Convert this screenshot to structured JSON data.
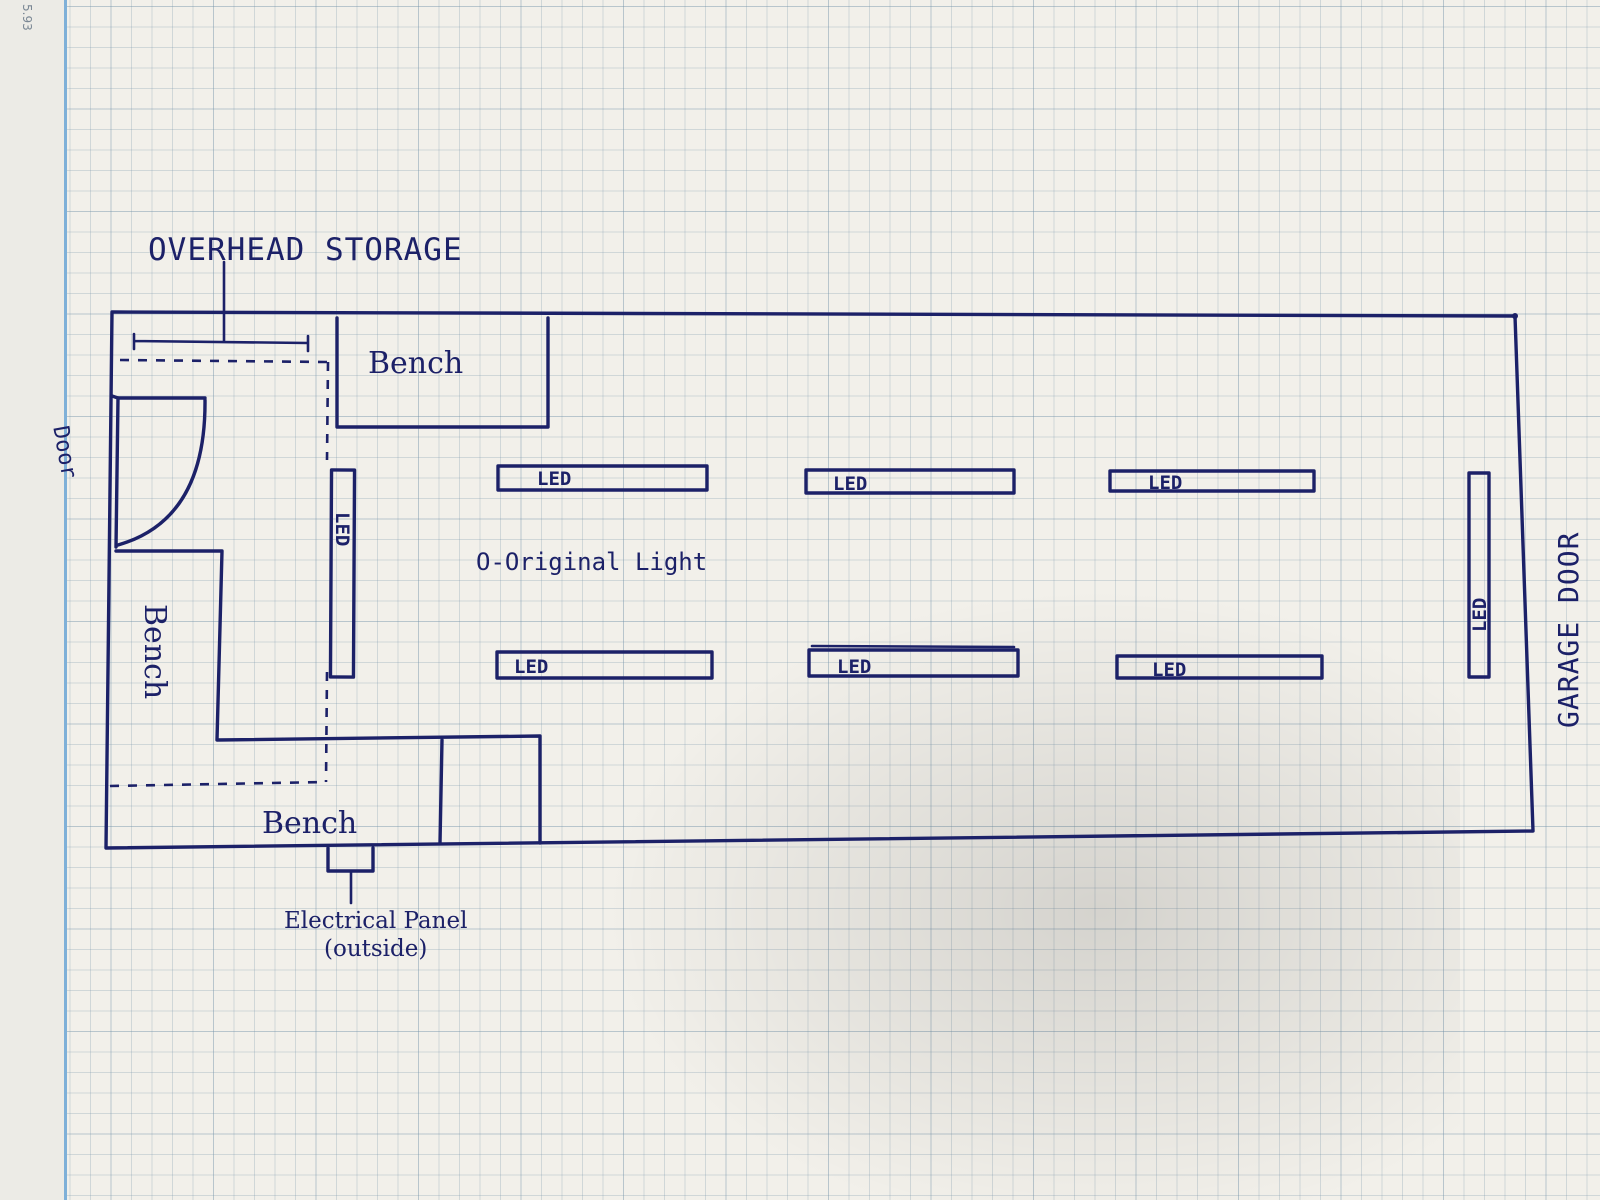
{
  "page_number": "5.93",
  "labels": {
    "overhead_storage": "OVERHEAD STORAGE",
    "door": "Door",
    "garage_door": "GARAGE DOOR",
    "bench_top": "Bench",
    "bench_left": "Bench",
    "bench_bottom": "Bench",
    "original_light": "O-Original Light",
    "electrical_panel_line1": "Electrical Panel",
    "electrical_panel_line2": "(outside)"
  },
  "led_label": "LED",
  "colors": {
    "ink": "#1c2168",
    "paper": "#f2f0ea",
    "grid": "#8fa8ba"
  }
}
